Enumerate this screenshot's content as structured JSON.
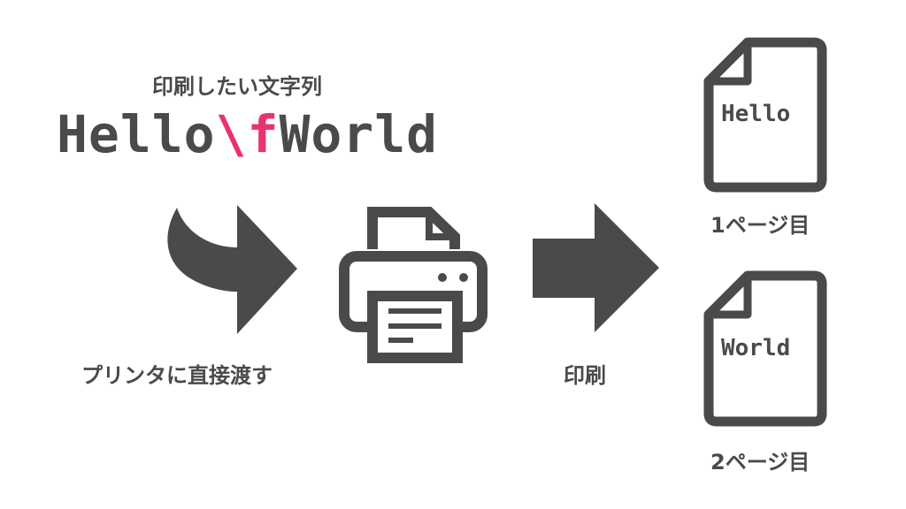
{
  "colors": {
    "text": "#4a4a4a",
    "accent": "#e8336f"
  },
  "title": "印刷したい文字列",
  "code": {
    "before": "Hello",
    "escape": "\\f",
    "after": "World"
  },
  "step1_label": "プリンタに直接渡す",
  "step2_label": "印刷",
  "pages": [
    {
      "content": "Hello",
      "label": "1ページ目"
    },
    {
      "content": "World",
      "label": "2ページ目"
    }
  ]
}
